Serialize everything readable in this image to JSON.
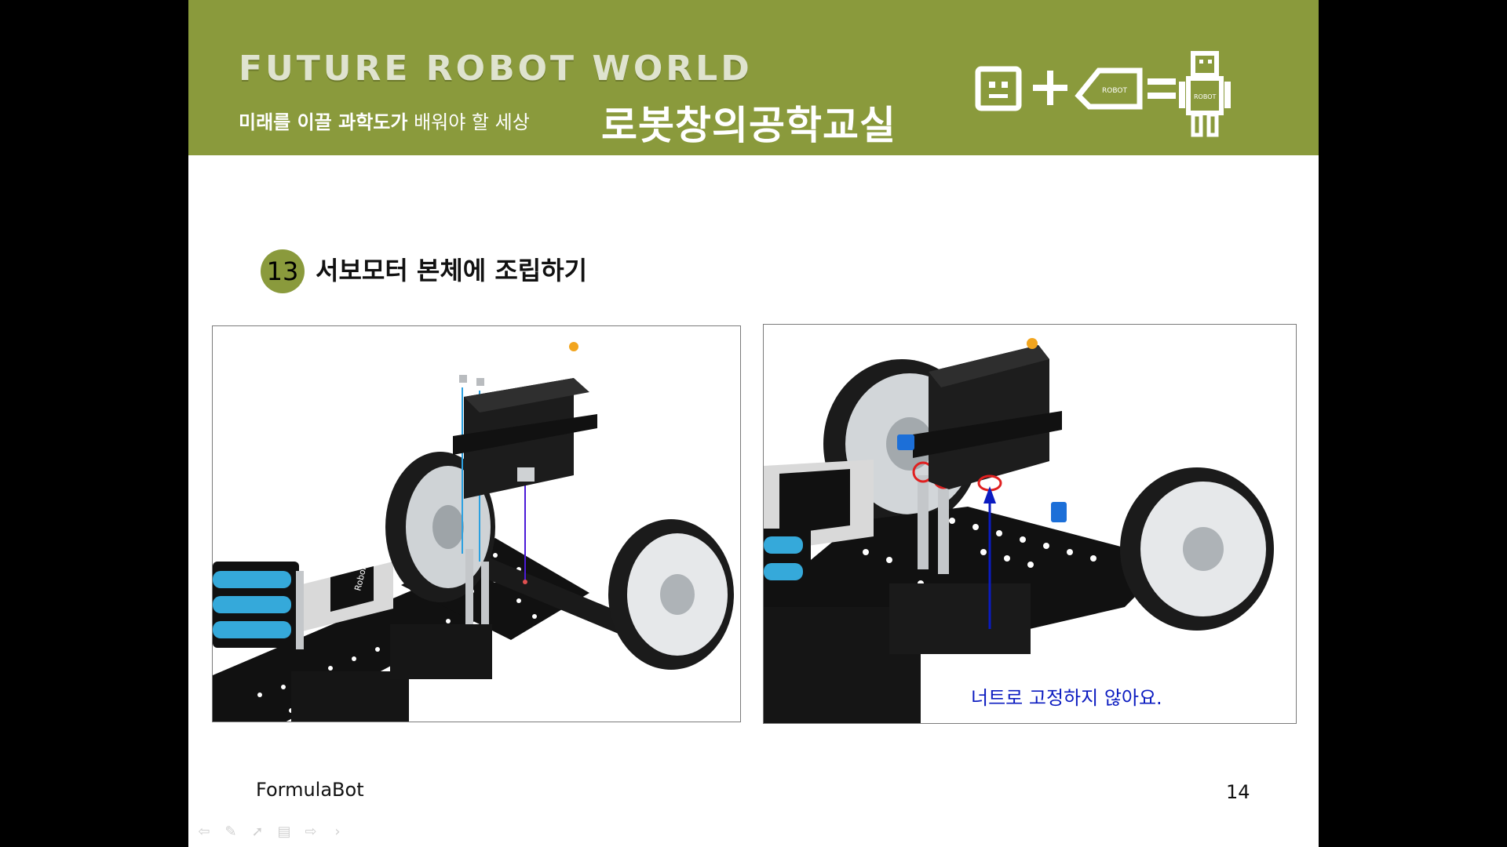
{
  "header": {
    "brand_title": "FUTURE ROBOT WORLD",
    "subtitle_bold": "미래를 이끌 과학도가",
    "subtitle_light": " 배워야 할 세상",
    "main_title": "로봇창의공학교실",
    "logo_text": "ROBOT"
  },
  "step": {
    "number": "13",
    "title": "서보모터 본체에 조립하기"
  },
  "figures": {
    "right_note": "너트로 고정하지 않아요.",
    "brand_marking": "Roborobo"
  },
  "footer": {
    "left": "FormulaBot",
    "page": "14"
  },
  "colors": {
    "banner": "#8a9a3c",
    "note": "#0b1bc0",
    "battery": "#35a9da"
  },
  "viewer_toolbar": {
    "icons": [
      "prev-arrow-icon",
      "pen-icon",
      "pointer-icon",
      "menu-icon",
      "next-arrow-icon",
      "chevron-right-icon"
    ]
  }
}
